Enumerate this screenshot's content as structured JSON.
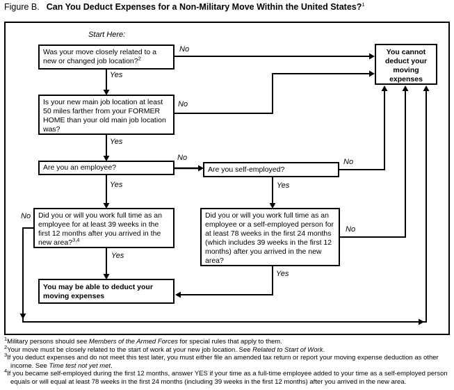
{
  "title": {
    "figure_label": "Figure B.",
    "text": "Can You Deduct Expenses for a Non-Military Move Within the United States?",
    "footnote_ref": "1"
  },
  "labels": {
    "start_here": "Start Here:",
    "yes": "Yes",
    "no": "No"
  },
  "nodes": {
    "q1": {
      "text": "Was your move closely related to a new or changed job location?",
      "footnote_ref": "2"
    },
    "q2": {
      "text": "Is your new main job location at least 50 miles farther from your FORMER HOME than your old main job location was?"
    },
    "q3": {
      "text": "Are you an employee?"
    },
    "q4": {
      "text": "Are you self-employed?"
    },
    "q5": {
      "text": "Did you or will you work full time as an employee for at least 39 weeks in the first 12 months after you arrived in the new area?",
      "footnote_ref": "3,4"
    },
    "q6": {
      "text": "Did you or will you work full time as an employee or a self-employed person for at least 78 weeks in the first 24 months (which includes 39 weeks in the first 12 months) after you arrived in the new area?"
    },
    "outcome_deduct": {
      "text": "You may be able to deduct your moving expenses"
    },
    "outcome_no_deduct": {
      "text": "You cannot deduct your moving expenses"
    }
  },
  "footnotes": [
    {
      "marker": "1",
      "pre": "Military persons should see ",
      "italic": "Members of the Armed Forces",
      "post": " for special rules that apply to them."
    },
    {
      "marker": "2",
      "pre": "Your move must be closely related to the start of work at your new job location. See ",
      "italic": "Related to Start of Work",
      "post": "."
    },
    {
      "marker": "3",
      "pre": "If you deduct expenses and do not meet this test later, you must either file an amended tax return or report your moving expense deduction as other income. See ",
      "italic": "Time test not yet met",
      "post": "."
    },
    {
      "marker": "4",
      "pre": "If you became self-employed during the first 12 months, answer YES if your time as a full-time employee added to your time as a self-employed person equals or will equal at least 78 weeks in the first 24 months (including 39 weeks in the first 12 months) after you arrived in the new area.",
      "italic": "",
      "post": ""
    }
  ],
  "colors": {
    "line": "#000000",
    "background": "#ffffff",
    "text": "#000000"
  }
}
